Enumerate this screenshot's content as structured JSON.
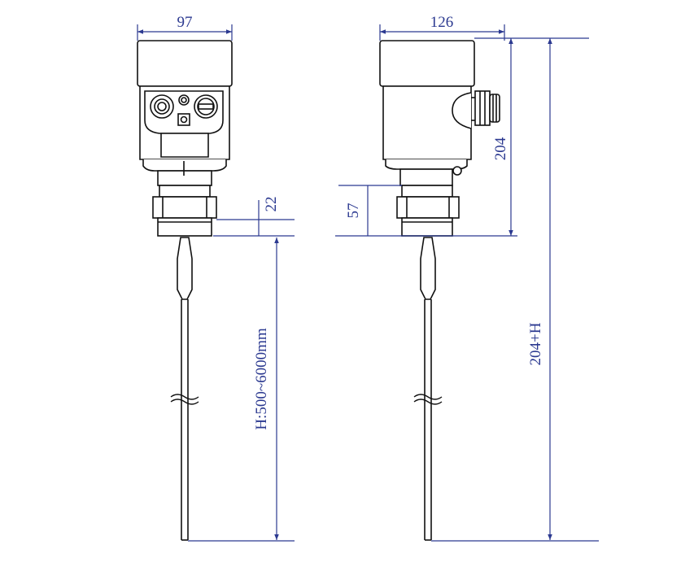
{
  "colors": {
    "outline": "#111111",
    "dimension": "#2b3990",
    "background": "#ffffff"
  },
  "front_view": {
    "width_dim": "97",
    "thread_dim": "22",
    "probe_length_dim": "H:500~6000mm"
  },
  "side_view": {
    "width_dim": "126",
    "housing_height_dim": "204",
    "connection_height_dim": "57",
    "total_height_dim": "204+H"
  }
}
